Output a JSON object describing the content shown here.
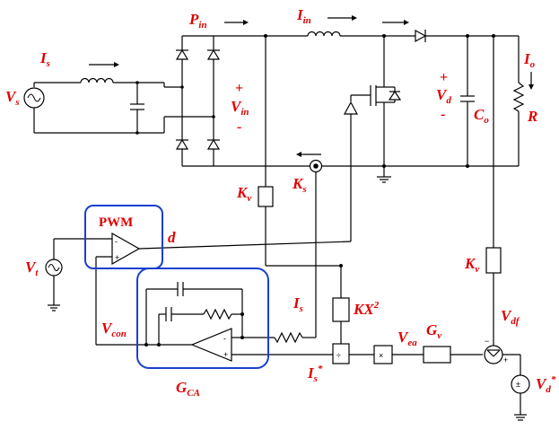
{
  "labels": {
    "p_in": {
      "main": "P",
      "sub": "in"
    },
    "i_in": {
      "main": "I",
      "sub": "in"
    },
    "i_s_top": {
      "main": "I",
      "sub": "s"
    },
    "v_s": {
      "main": "V",
      "sub": "s"
    },
    "v_in": {
      "main": "V",
      "sub": "in"
    },
    "v_in_plus": "+",
    "v_in_minus": "-",
    "v_d": {
      "main": "V",
      "sub": "d"
    },
    "v_d_plus": "+",
    "v_d_minus": "-",
    "c_o": {
      "main": "C",
      "sub": "o"
    },
    "r": "R",
    "i_o": {
      "main": "I",
      "sub": "o"
    },
    "k_s": {
      "main": "K",
      "sub": "s"
    },
    "k_v_left": {
      "main": "K",
      "sub": "v"
    },
    "k_v_right": {
      "main": "K",
      "sub": "v"
    },
    "pwm": "PWM",
    "d": "d",
    "v_t": {
      "main": "V",
      "sub": "t"
    },
    "v_con": {
      "main": "V",
      "sub": "con"
    },
    "i_s_mid": {
      "main": "I",
      "sub": "s"
    },
    "kx2": {
      "main": "KX",
      "sup": "2"
    },
    "v_ea": {
      "main": "V",
      "sub": "ea"
    },
    "g_v": {
      "main": "G",
      "sub": "v"
    },
    "v_df": {
      "main": "V",
      "sub": "df"
    },
    "i_s_star": {
      "main": "I",
      "sub": "s",
      "sup": "*"
    },
    "g_ca": {
      "main": "G",
      "sub": "CA"
    },
    "v_d_star": {
      "main": "V",
      "sub": "d",
      "sup": "*"
    }
  },
  "symbols": {
    "comparator_minus": "-",
    "comparator_plus": "+",
    "opamp_minus": "-",
    "opamp_plus": "+",
    "sum_minus": "−",
    "sum_plus": "+",
    "divider": "÷",
    "multiplier": "×",
    "ref_source_sign": "±"
  },
  "colors": {
    "label": "#e00000",
    "highlight_box": "#1a3fd0",
    "wire": "#000000"
  }
}
